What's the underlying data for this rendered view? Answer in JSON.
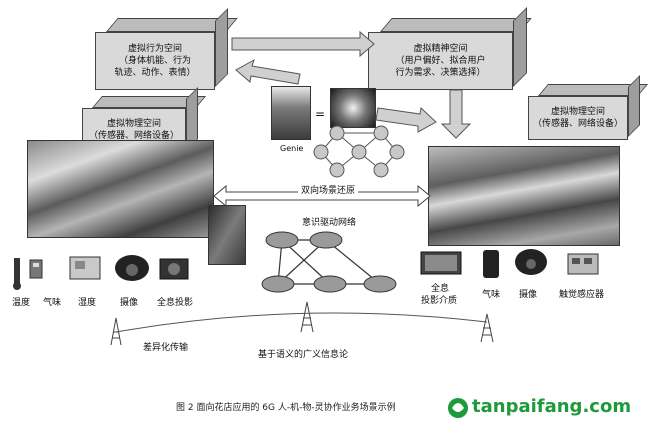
{
  "boxes": {
    "behavior": {
      "title": "虚拟行为空间",
      "line1": "（身体机能、行为",
      "line2": "轨迹、动作、表情）"
    },
    "spirit": {
      "title": "虚拟精神空间",
      "line1": "（用户偏好、拟合用户",
      "line2": "行为需求、决策选择）"
    },
    "physical_left": {
      "title": "虚拟物理空间",
      "line1": "（传感器、网络设备）"
    },
    "physical_right": {
      "title": "虚拟物理空间",
      "line1": "（传感器、网络设备）"
    }
  },
  "center": {
    "genie": "Genie",
    "equals": "=",
    "bidirectional": "双向场景还原",
    "network_title": "意识驱动网络"
  },
  "left_devices": [
    "温度",
    "气味",
    "湿度",
    "摄像",
    "全息投影"
  ],
  "right_devices": {
    "holo_line1": "全息",
    "holo_line2": "投影介质",
    "smell": "气味",
    "camera": "摄像",
    "touch": "触觉感应器"
  },
  "bottom": {
    "diff": "差异化传输",
    "semantic": "基于语义的广义信息论",
    "caption": "图 2 面向花店应用的 6G 人-机-物-灵协作业务场景示例"
  },
  "watermark": "tanpaifang.com",
  "colors": {
    "brand_green": "#1e9a3a"
  }
}
